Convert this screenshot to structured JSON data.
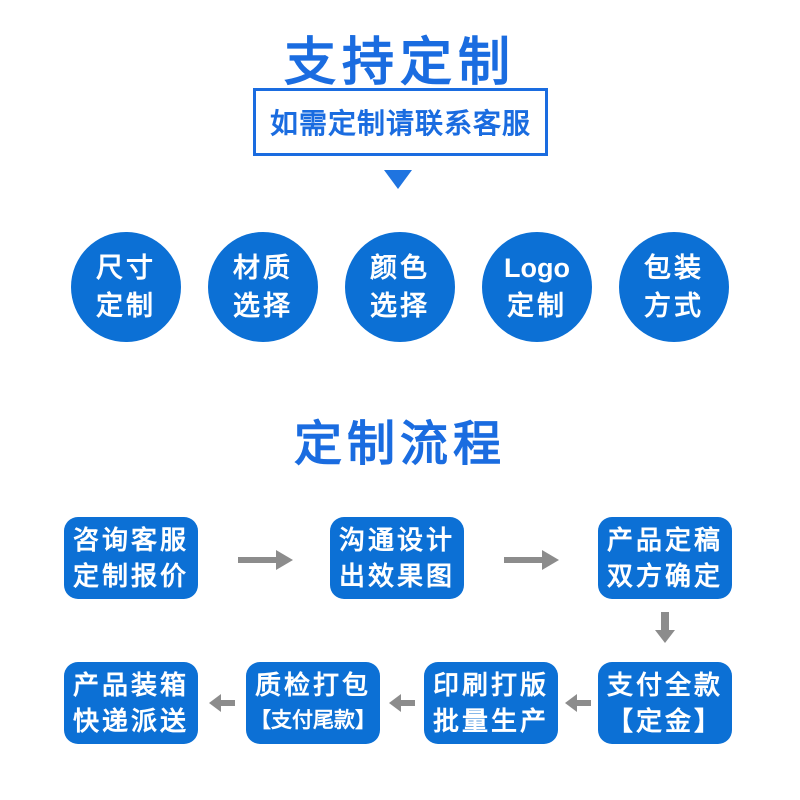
{
  "colors": {
    "accent_text": "#1a6ce0",
    "shape_fill": "#0c70d5",
    "arrow_gray": "#8c8c8c",
    "text_on_fill": "#ffffff",
    "background": "#ffffff"
  },
  "support": {
    "title": "支持定制",
    "notice": "如需定制请联系客服",
    "circles": [
      {
        "line1": "尺寸",
        "line2": "定制"
      },
      {
        "line1": "材质",
        "line2": "选择"
      },
      {
        "line1": "颜色",
        "line2": "选择"
      },
      {
        "line1": "Logo",
        "line2": "定制"
      },
      {
        "line1": "包装",
        "line2": "方式"
      }
    ]
  },
  "process": {
    "title": "定制流程",
    "row1": [
      {
        "line1": "咨询客服",
        "line2": "定制报价"
      },
      {
        "line1": "沟通设计",
        "line2": "出效果图"
      },
      {
        "line1": "产品定稿",
        "line2": "双方确定"
      }
    ],
    "row2": [
      {
        "line1": "产品装箱",
        "line2": "快递派送"
      },
      {
        "line1": "质检打包",
        "line2": "【支付尾款】"
      },
      {
        "line1": "印刷打版",
        "line2": "批量生产"
      },
      {
        "line1": "支付全款",
        "line2": "【定金】"
      }
    ]
  }
}
